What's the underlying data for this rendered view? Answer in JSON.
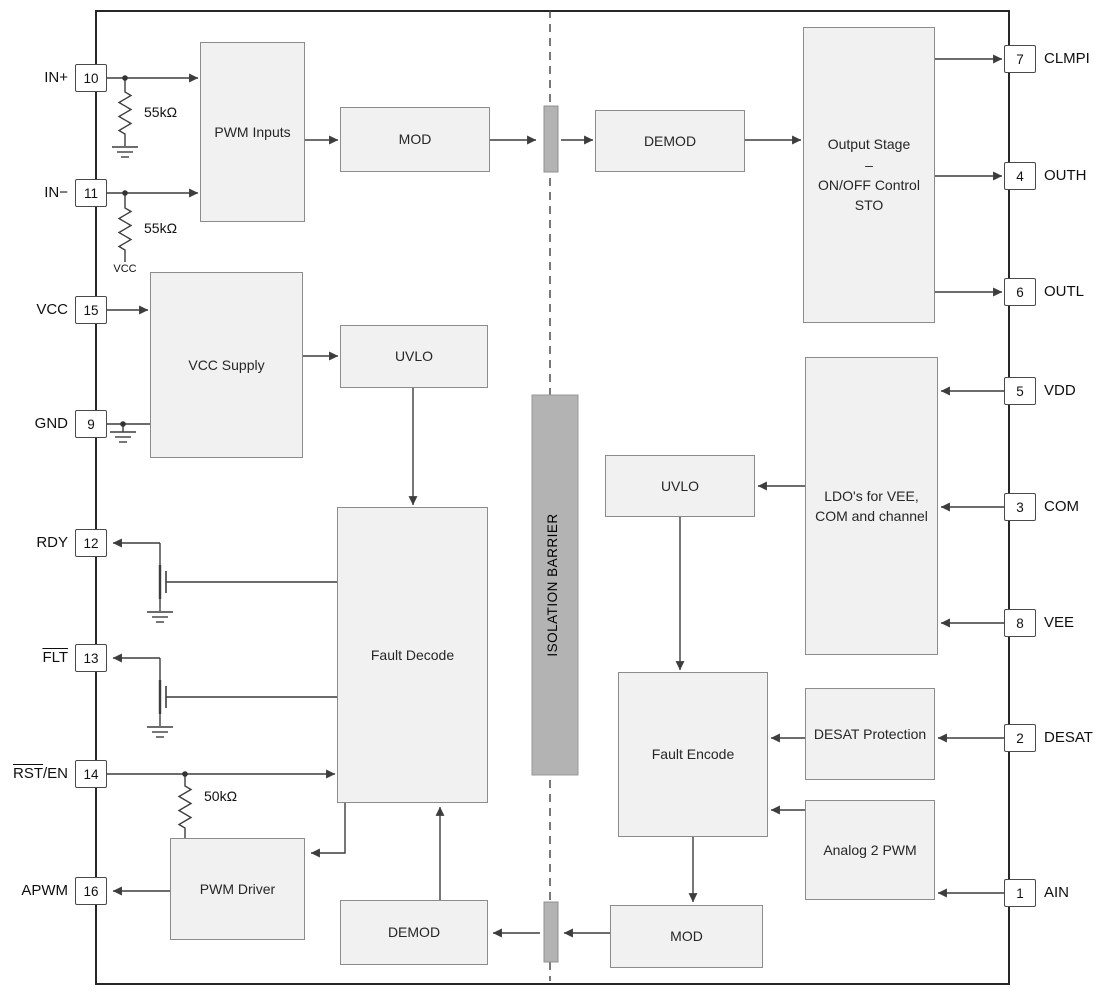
{
  "diagram": {
    "isolation_barrier": "ISOLATION BARRIER"
  },
  "blocks": {
    "pwm_inputs": "PWM Inputs",
    "mod_top": "MOD",
    "demod_top": "DEMOD",
    "output_stage_l1": "Output Stage",
    "output_stage_l2": "–",
    "output_stage_l3": "ON/OFF Control",
    "output_stage_l4": "STO",
    "vcc_supply": "VCC Supply",
    "uvlo_left": "UVLO",
    "fault_decode": "Fault Decode",
    "uvlo_right": "UVLO",
    "ldo_l1": "LDO's for VEE,",
    "ldo_l2": "COM and channel",
    "fault_encode": "Fault Encode",
    "desat_protection": "DESAT Protection",
    "analog_2_pwm": "Analog 2 PWM",
    "pwm_driver": "PWM Driver",
    "demod_bottom": "DEMOD",
    "mod_bottom": "MOD"
  },
  "pins": {
    "left": [
      {
        "name": "IN+",
        "number": "10"
      },
      {
        "name": "IN−",
        "number": "11"
      },
      {
        "name": "VCC",
        "number": "15"
      },
      {
        "name": "GND",
        "number": "9"
      },
      {
        "name": "RDY",
        "number": "12"
      },
      {
        "name": "FLT",
        "number": "13"
      },
      {
        "name_over": "RST",
        "name_rest": "/EN",
        "number": "14"
      },
      {
        "name": "APWM",
        "number": "16"
      }
    ],
    "right": [
      {
        "number": "7",
        "name": "CLMPI"
      },
      {
        "number": "4",
        "name": "OUTH"
      },
      {
        "number": "6",
        "name": "OUTL"
      },
      {
        "number": "5",
        "name": "VDD"
      },
      {
        "number": "3",
        "name": "COM"
      },
      {
        "number": "8",
        "name": "VEE"
      },
      {
        "number": "2",
        "name": "DESAT"
      },
      {
        "number": "1",
        "name": "AIN"
      }
    ]
  },
  "components": {
    "r_in_plus": "55kΩ",
    "r_in_minus": "55kΩ",
    "r_rst_en": "50kΩ",
    "vcc_net": "VCC"
  }
}
